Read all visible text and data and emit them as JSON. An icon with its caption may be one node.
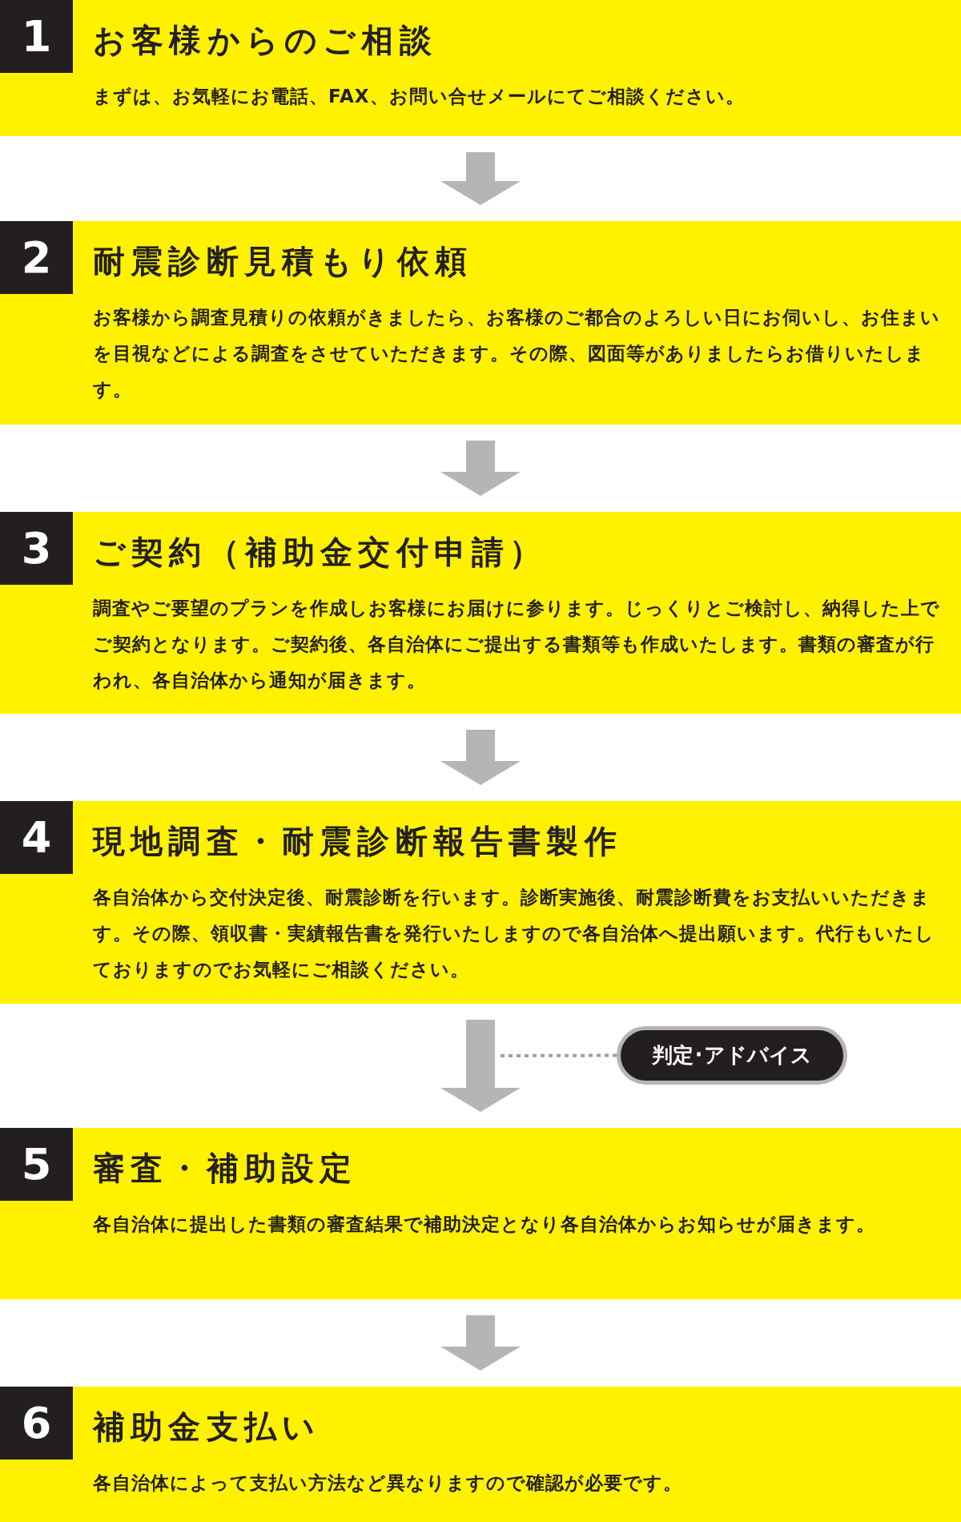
{
  "diagram": {
    "nodes": [
      {
        "text": [
          "お客様からのご相談",
          "まずは、お気軽にお電話、FAX、お問い合せメールにてご相談ください。"
        ]
      },
      {
        "text": [
          "1"
        ],
        "in": 0
      },
      {
        "text": [
          "耐震診断見積もり依頼",
          "お客様から調査見積りの依頼がきましたら、お客様のご都合のよろしい日にお伺いし、お住まいを目視などによる調査をさせていただきます。その際、図面等がありましたらお借りいたします。"
        ]
      },
      {
        "text": [
          "2"
        ],
        "in": 2
      },
      {
        "text": [
          "ご契約（補助金交付申請）",
          "調査やご要望のプランを作成しお客様にお届けに参ります。じっくりとご検討し、納得した上でご契約となります。ご契約後、各自治体にご提出する書類等も作成いたします。書類の審査が行われ、各自治体から通知が届きます。"
        ]
      },
      {
        "text": [
          "3"
        ],
        "in": 4
      },
      {
        "text": [
          "現地調査・耐震診断報告書製作",
          "各自治体から交付決定後、耐震診断を行います。診断実施後、耐震診断費をお支払いいただきます。その際、領収書・実績報告書を発行いたしますので各自治体へ提出願います。代行もいたしておりますのでお気軽にご相談ください。"
        ]
      },
      {
        "text": [
          "4"
        ],
        "in": 6
      },
      {
        "text": [
          "審査・補助設定",
          "各自治体に提出した書類の審査結果で補助決定となり各自治体からお知らせが届きます。"
        ]
      },
      {
        "text": [
          "5"
        ],
        "in": 8
      },
      {
        "text": [
          "補助金支払い",
          "各自治体によって支払い方法など異なりますので確認が必要です。"
        ]
      },
      {
        "text": [
          "6"
        ],
        "in": 10
      },
      {
        "text": [
          "判定･アドバイス"
        ]
      }
    ],
    "edges": [
      {
        "from": 0,
        "to": 2,
        "arrow": "to"
      },
      {
        "from": 2,
        "to": 4,
        "arrow": "to"
      },
      {
        "from": 4,
        "to": 6,
        "arrow": "to"
      },
      {
        "from": 6,
        "to": 8,
        "arrow": "to"
      },
      {
        "from": 8,
        "to": 10,
        "arrow": "to"
      },
      {
        "from": 12,
        "to": null,
        "arrow": "none",
        "style": "dashed"
      }
    ]
  }
}
